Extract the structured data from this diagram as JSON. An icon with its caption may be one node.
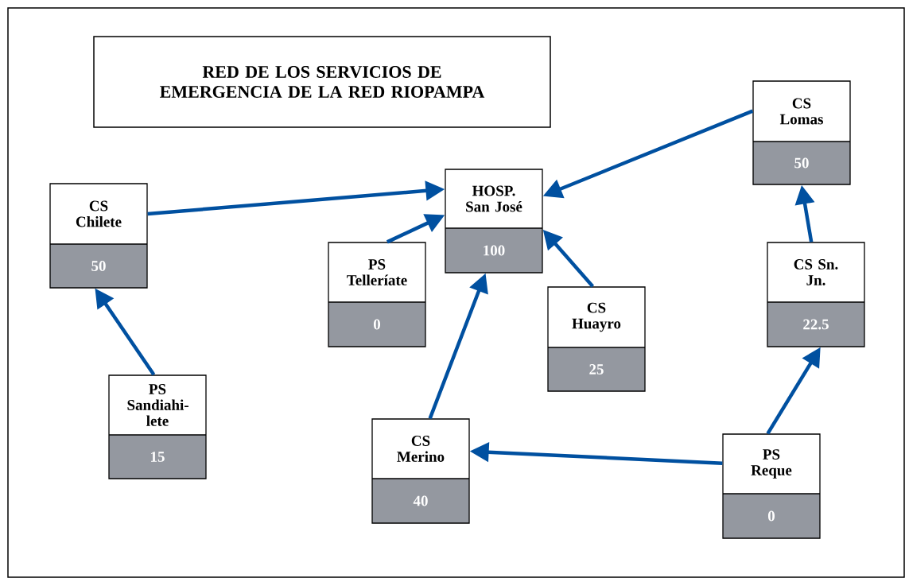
{
  "diagram": {
    "title": "RED DE LOS SERVICIOS DE EMERGENCIA DE LA RED RIOPAMPA",
    "nodes": [
      {
        "text": [
          "CS Chilete",
          "50"
        ]
      },
      {
        "text": [
          "HOSP. San José",
          "100"
        ]
      },
      {
        "text": [
          "PS Telleríate",
          "0"
        ]
      },
      {
        "text": [
          "CS Huayro",
          "25"
        ]
      },
      {
        "text": [
          "CS Lomas",
          "50"
        ]
      },
      {
        "text": [
          "CS Sn. Jn.",
          "22.5"
        ]
      },
      {
        "text": [
          "PS Sandiahi-lete",
          "15"
        ]
      },
      {
        "text": [
          "CS Merino",
          "40"
        ]
      },
      {
        "text": [
          "PS Reque",
          "0"
        ]
      }
    ],
    "edges": [
      {
        "from": 0,
        "to": 1,
        "arrow": "to"
      },
      {
        "from": 2,
        "to": 1,
        "arrow": "to"
      },
      {
        "from": 3,
        "to": 1,
        "arrow": "to"
      },
      {
        "from": 4,
        "to": 1,
        "arrow": "to"
      },
      {
        "from": 7,
        "to": 1,
        "arrow": "to"
      },
      {
        "from": 6,
        "to": 0,
        "arrow": "to"
      },
      {
        "from": 5,
        "to": 4,
        "arrow": "to"
      },
      {
        "from": 8,
        "to": 5,
        "arrow": "to"
      },
      {
        "from": 8,
        "to": 7,
        "arrow": "to"
      }
    ]
  }
}
